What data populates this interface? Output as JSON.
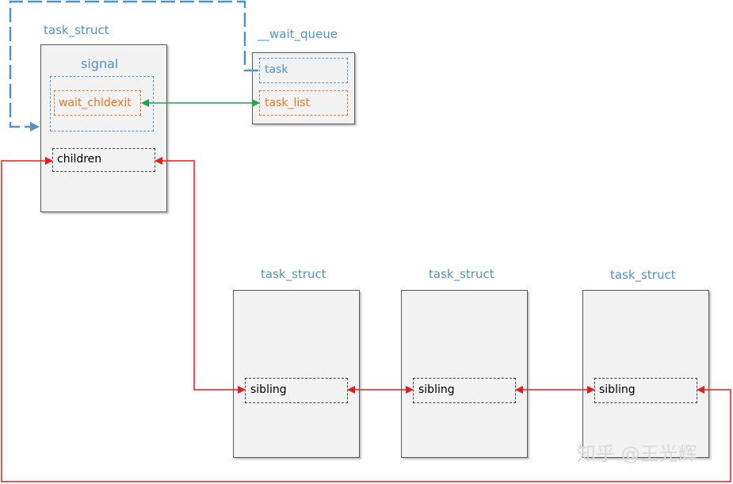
{
  "parent": {
    "title": "task_struct",
    "signal_label": "signal",
    "wait_field": "wait_chldexit",
    "children_field": "children"
  },
  "wait_queue": {
    "title": "__wait_queue",
    "task_field": "task",
    "task_list_field": "task_list"
  },
  "child_tasks": [
    {
      "title": "task_struct",
      "field": "sibling"
    },
    {
      "title": "task_struct",
      "field": "sibling"
    },
    {
      "title": "task_struct",
      "field": "sibling"
    }
  ],
  "watermark": "知乎 @王光辉",
  "colors": {
    "blue": "#4f93c8",
    "orange": "#e8762b",
    "green": "#1aa64a",
    "red": "#e0201b",
    "box_fill": "#f2f2f2"
  }
}
